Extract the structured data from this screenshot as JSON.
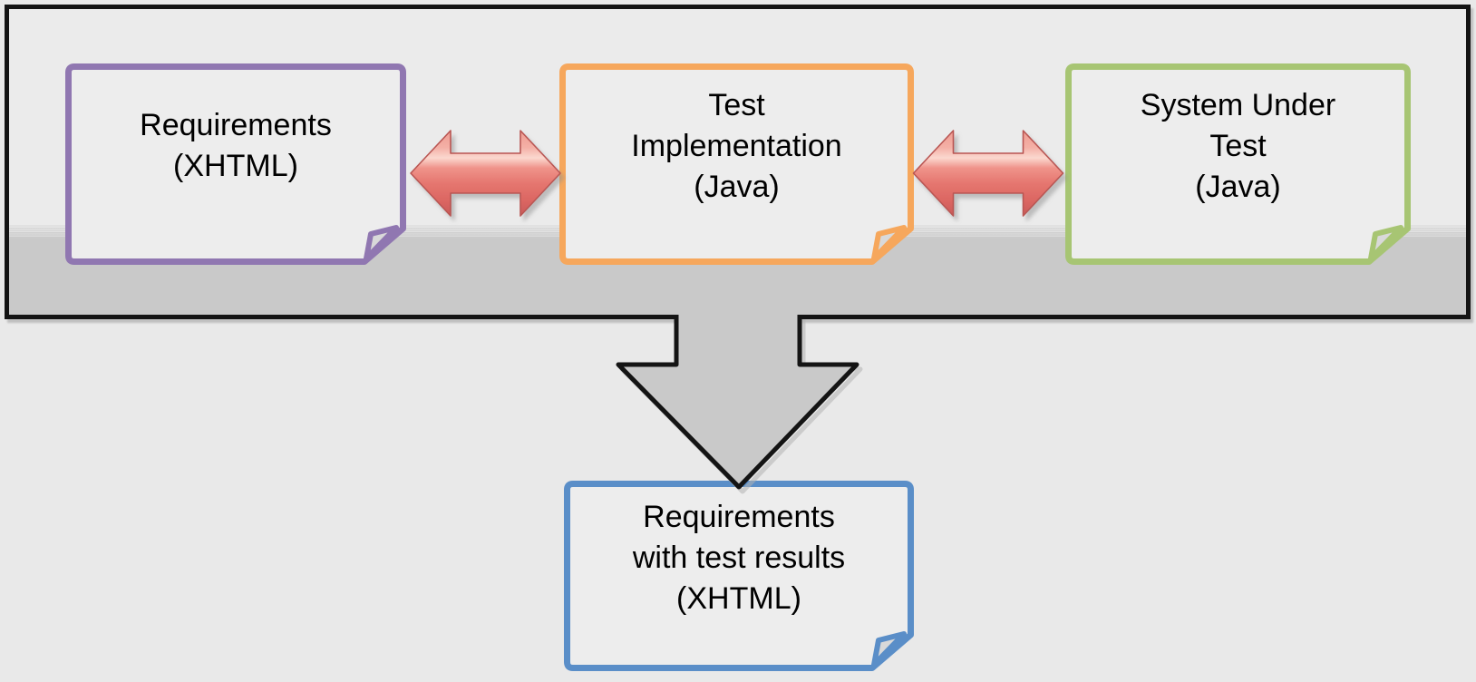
{
  "diagram": {
    "type": "flow-diagram",
    "boxes": [
      {
        "id": "requirements",
        "lines": [
          "Requirements",
          "(XHTML)"
        ]
      },
      {
        "id": "test-implementation",
        "lines": [
          "Test",
          "Implementation",
          "(Java)"
        ]
      },
      {
        "id": "system-under-test",
        "lines": [
          "System Under",
          "Test",
          "(Java)"
        ]
      },
      {
        "id": "requirements-with-test-results",
        "lines": [
          "Requirements",
          "with test results",
          "(XHTML)"
        ]
      }
    ],
    "connectors": [
      {
        "id": "requirements-to-test-implementation",
        "type": "horizontal-double-arrow"
      },
      {
        "id": "test-implementation-to-system-under-test",
        "type": "horizontal-double-arrow"
      },
      {
        "id": "container-to-requirements-with-test-results",
        "type": "large-down-arrow"
      }
    ],
    "colors": {
      "pageBg": "#e9e9e9",
      "containerTop": "#ebebeb",
      "bandGray": "#c9c9c9",
      "outlineBlack": "#141414",
      "noteFill": "#ededed",
      "foldFill": "#d9d9d9",
      "purple": "#9077b1",
      "orange": "#f6a75c",
      "green": "#a7c573",
      "blue": "#5a8ec8",
      "redTop": "#ef9d93",
      "redSoft": "#f4b0a6",
      "redHi": "#fbd8cf",
      "redMid": "#ef938a",
      "redMain": "#e5766f",
      "redDeep": "#db6662",
      "redDark": "#c95a58",
      "redEdge": "#b95653",
      "shadowGray": "#b3b3b3"
    }
  }
}
